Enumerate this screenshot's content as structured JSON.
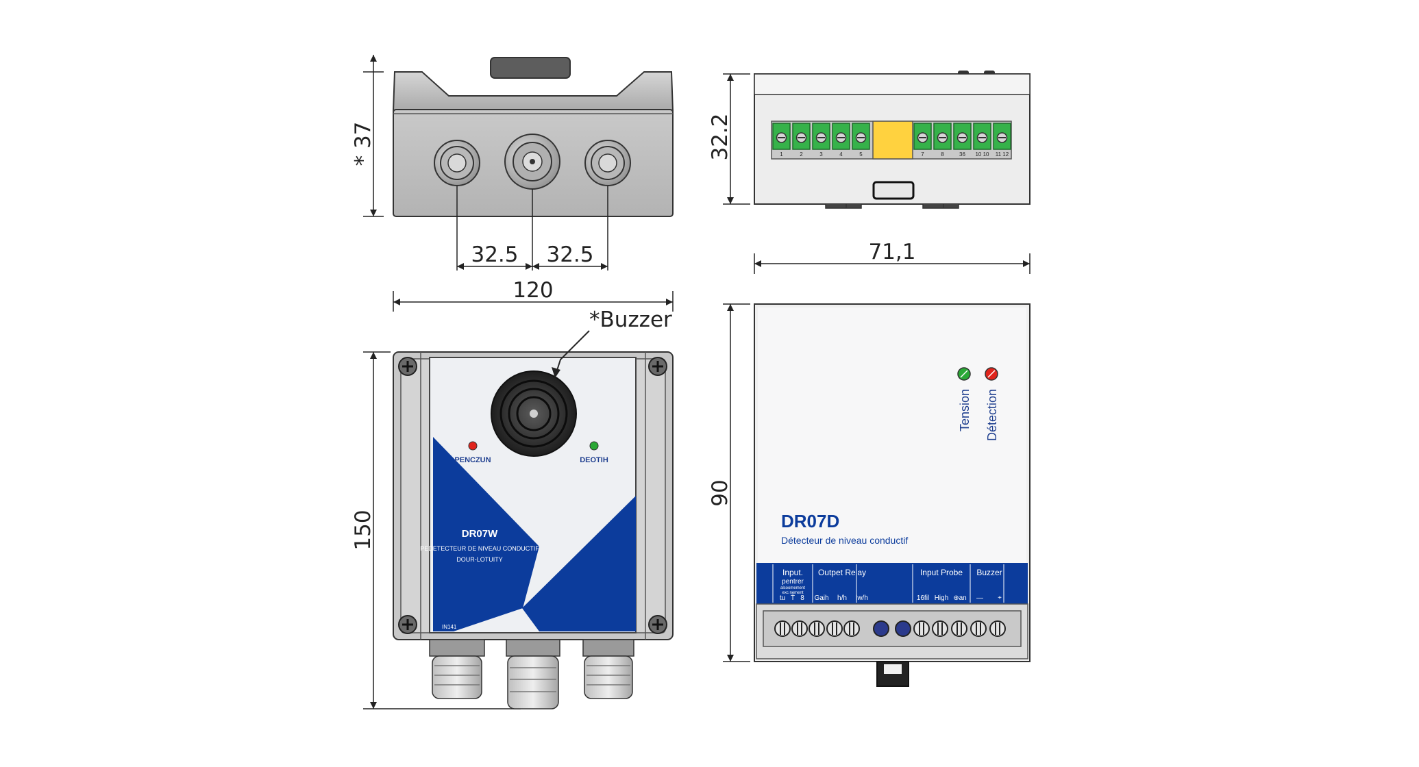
{
  "dimensions": {
    "left_box_height": "* 37",
    "gland_spacing_left": "32.5",
    "gland_spacing_right": "32.5",
    "left_box_width": "120",
    "left_box_total_height": "150",
    "right_module_height_top": "32.2",
    "right_module_width": "71,1",
    "right_module_height": "90"
  },
  "left_device": {
    "buzzer_callout": "*Buzzer",
    "led_left_label": "PENCZUN",
    "led_right_label": "DEOTIH",
    "model": "DR07W",
    "subtitle": "PEDETECTEUR DE NIVEAU CONDUCTIF",
    "subtitle2": "DOUR-LOTUITY",
    "code": "IN141",
    "led_left_color": "#e0241c",
    "led_right_color": "#2aa835"
  },
  "right_device": {
    "model": "DR07D",
    "subtitle": "Détecteur de niveau conductif",
    "led_tension_label": "Tension",
    "led_detection_label": "Détection",
    "led_tension_color": "#2aa835",
    "led_detection_color": "#e0241c",
    "band_color": "#0c3c9c",
    "groups": [
      {
        "title": "Input.",
        "title2": "pentrer",
        "small1": "alsoomement",
        "small2": "exc nement",
        "subs": [
          "tu",
          "T̄",
          "8"
        ]
      },
      {
        "title": "Outpet Relay",
        "subs": [
          "Gaih",
          "h/h",
          "lw/h"
        ]
      },
      {
        "title": "Input Probe",
        "subs": [
          "16fil",
          "High",
          "⊕an"
        ]
      },
      {
        "title": "Buzzer",
        "subs": [
          "—",
          "+"
        ]
      }
    ],
    "top_terminal_numbers": [
      "1",
      "2",
      "3",
      "4",
      "5",
      "7",
      "8",
      "36",
      "10 10",
      "11 12"
    ]
  }
}
